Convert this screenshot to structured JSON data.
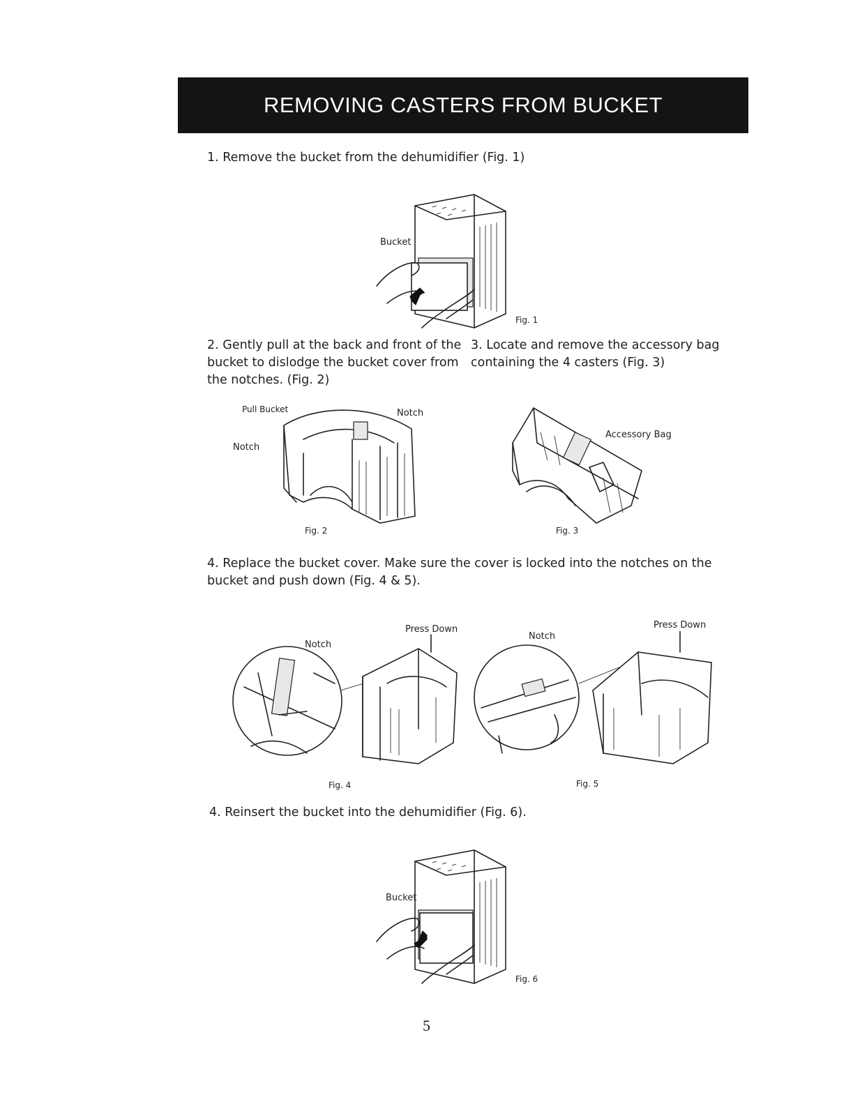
{
  "header": {
    "title": "REMOVING CASTERS FROM BUCKET"
  },
  "steps": {
    "step1": "1. Remove the bucket from the dehumidifier (Fig. 1)",
    "step2": "2. Gently pull at the back and front of the bucket to dislodge the bucket cover from the notches. (Fig. 2)",
    "step3": "3. Locate and remove the accessory bag containing the 4 casters (Fig. 3)",
    "step4": "4. Replace the bucket cover. Make sure the cover is locked into the notches on the bucket and push down (Fig. 4 & 5).",
    "step5": "4. Reinsert the bucket into the dehumidifier (Fig. 6)."
  },
  "figures": {
    "fig1": {
      "caption": "Fig. 1",
      "label_bucket": "Bucket"
    },
    "fig2": {
      "caption": "Fig. 2",
      "label_pull": "Pull Bucket",
      "label_notch_left": "Notch",
      "label_notch_right": "Notch"
    },
    "fig3": {
      "caption": "Fig. 3",
      "label_bag": "Accessory Bag"
    },
    "fig4": {
      "caption": "Fig. 4",
      "label_notch": "Notch",
      "label_press": "Press Down"
    },
    "fig5": {
      "caption": "Fig. 5",
      "label_notch": "Notch",
      "label_press": "Press Down"
    },
    "fig6": {
      "caption": "Fig. 6",
      "label_bucket": "Bucket"
    }
  },
  "footer": {
    "page_number": "5"
  }
}
